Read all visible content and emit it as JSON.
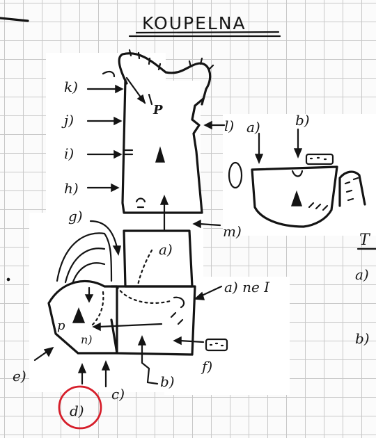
{
  "title": "KOUPELNA",
  "labels": {
    "k": "k)",
    "j": "j)",
    "i": "i)",
    "h": "h)",
    "g": "g)",
    "l": "l)",
    "m": "m)",
    "a_center": "a)",
    "a_ne": "a) ne I",
    "a_right": "a)",
    "b_right": "b)",
    "e": "e)",
    "d": "d)",
    "c": "c)",
    "b_bottom": "b)",
    "f": "f)",
    "p_upper": "P",
    "p_lower": "p",
    "n": "n)",
    "partial_t": "T",
    "partial_a": "a)",
    "partial_b": "b)"
  },
  "highlight": {
    "target": "d)",
    "color": "#d61e2a"
  }
}
